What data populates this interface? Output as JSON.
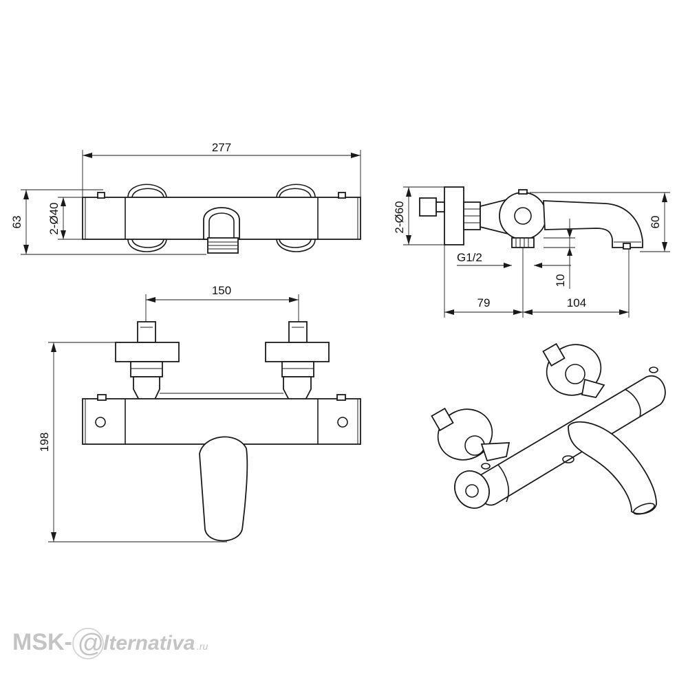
{
  "drawing": {
    "top_view": {
      "width_label": "277",
      "height_label": "63",
      "diameter_label": "2-Ø40"
    },
    "side_view": {
      "diameter_label": "2-Ø60",
      "height_label": "60",
      "thread_label": "G1/2",
      "offset_label": "10",
      "left_label": "79",
      "right_label": "104"
    },
    "front_view": {
      "center_label": "150",
      "height_label": "198"
    }
  },
  "watermark": {
    "prefix": "MSK-",
    "at": "@",
    "suffix": "lternativa",
    "tld": ".ru"
  }
}
